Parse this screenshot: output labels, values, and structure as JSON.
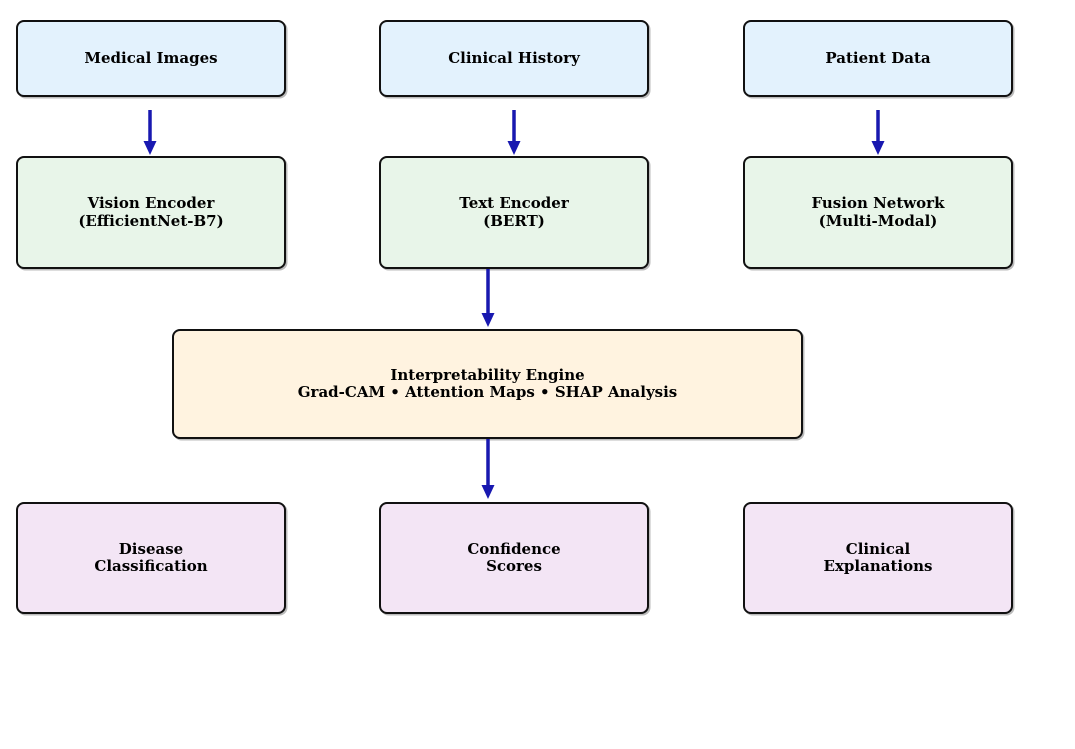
{
  "colors": {
    "input_fill": "#E3F2FD",
    "encoder_fill": "#E8F5E9",
    "engine_fill": "#FFF3E0",
    "output_fill": "#F3E5F5",
    "border": "#111111",
    "arrow": "#1818B0",
    "text": "#000000",
    "background": "#FFFFFF"
  },
  "diagram": {
    "nodes": [
      {
        "id": "medical-images",
        "line1": "Medical Images",
        "line2": ""
      },
      {
        "id": "clinical-history",
        "line1": "Clinical History",
        "line2": ""
      },
      {
        "id": "patient-data",
        "line1": "Patient Data",
        "line2": ""
      },
      {
        "id": "vision-encoder",
        "line1": "Vision Encoder",
        "line2": "(EfficientNet-B7)"
      },
      {
        "id": "text-encoder",
        "line1": "Text Encoder",
        "line2": "(BERT)"
      },
      {
        "id": "fusion-network",
        "line1": "Fusion Network",
        "line2": "(Multi-Modal)"
      },
      {
        "id": "interpretability-engine",
        "line1": "Interpretability Engine",
        "line2": "Grad-CAM • Attention Maps • SHAP Analysis"
      },
      {
        "id": "disease-classification",
        "line1": "Disease",
        "line2": "Classification"
      },
      {
        "id": "confidence-scores",
        "line1": "Confidence",
        "line2": "Scores"
      },
      {
        "id": "clinical-explanations",
        "line1": "Clinical",
        "line2": "Explanations"
      }
    ],
    "edges": [
      {
        "from": "medical-images",
        "to": "vision-encoder"
      },
      {
        "from": "clinical-history",
        "to": "text-encoder"
      },
      {
        "from": "patient-data",
        "to": "fusion-network"
      },
      {
        "from": "text-encoder",
        "to": "interpretability-engine"
      },
      {
        "from": "interpretability-engine",
        "to": "confidence-scores"
      }
    ]
  }
}
